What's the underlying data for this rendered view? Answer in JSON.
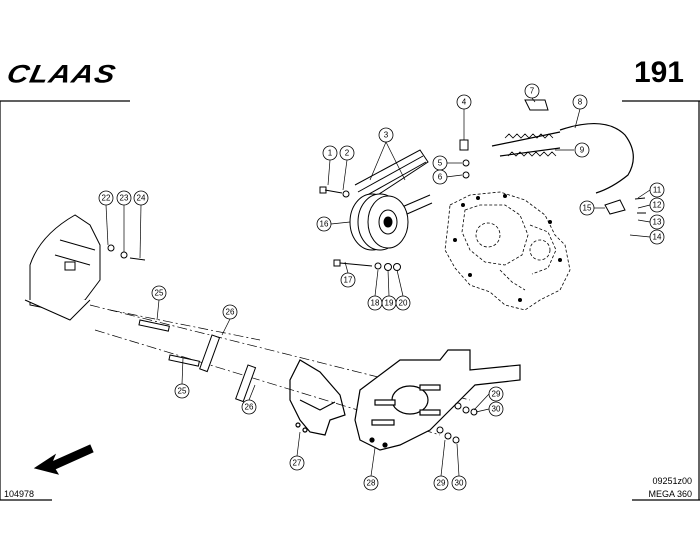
{
  "header": {
    "brand": "CLAAS",
    "page_number": "191"
  },
  "footer": {
    "drawing_number": "104978",
    "document_code": "09251z00",
    "model": "MEGA 360"
  },
  "callouts": [
    {
      "id": "c1",
      "label": "1"
    },
    {
      "id": "c2",
      "label": "2"
    },
    {
      "id": "c3",
      "label": "3"
    },
    {
      "id": "c4",
      "label": "4"
    },
    {
      "id": "c5",
      "label": "5"
    },
    {
      "id": "c6",
      "label": "6"
    },
    {
      "id": "c7",
      "label": "7"
    },
    {
      "id": "c8",
      "label": "8"
    },
    {
      "id": "c9",
      "label": "9"
    },
    {
      "id": "c11",
      "label": "11"
    },
    {
      "id": "c12",
      "label": "12"
    },
    {
      "id": "c13",
      "label": "13"
    },
    {
      "id": "c14",
      "label": "14"
    },
    {
      "id": "c15",
      "label": "15"
    },
    {
      "id": "c16",
      "label": "16"
    },
    {
      "id": "c17",
      "label": "17"
    },
    {
      "id": "c18",
      "label": "18"
    },
    {
      "id": "c19",
      "label": "19"
    },
    {
      "id": "c20",
      "label": "20"
    },
    {
      "id": "c22",
      "label": "22"
    },
    {
      "id": "c23",
      "label": "23"
    },
    {
      "id": "c24",
      "label": "24"
    },
    {
      "id": "c25a",
      "label": "25"
    },
    {
      "id": "c25b",
      "label": "25"
    },
    {
      "id": "c26a",
      "label": "26"
    },
    {
      "id": "c26b",
      "label": "26"
    },
    {
      "id": "c27",
      "label": "27"
    },
    {
      "id": "c28",
      "label": "28"
    },
    {
      "id": "c29a",
      "label": "29"
    },
    {
      "id": "c30a",
      "label": "30"
    },
    {
      "id": "c29b",
      "label": "29"
    },
    {
      "id": "c30b",
      "label": "30"
    }
  ]
}
